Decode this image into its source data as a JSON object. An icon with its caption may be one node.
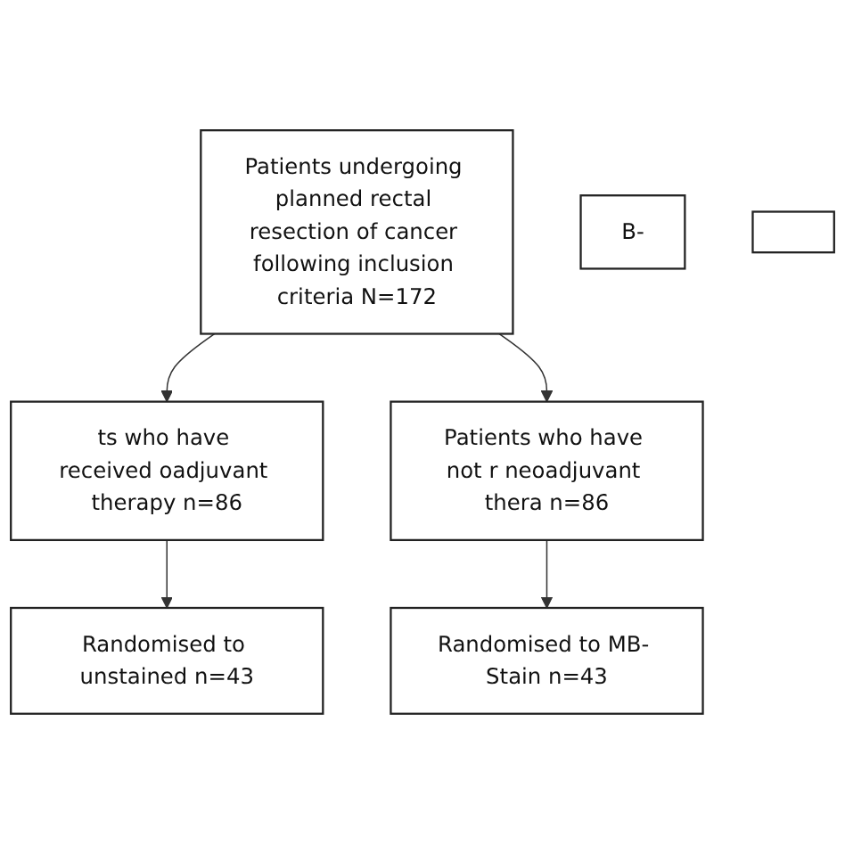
{
  "diagram": {
    "nodes": [
      {
        "text": [
          "Patients undergoing planned rectal resection of cancer following inclusion criteria N=172"
        ]
      },
      {
        "text": [
          "ts who have received oadjuvant therapy n=86"
        ]
      },
      {
        "text": [
          "Patients who have not r neoadjuvant thera n=86"
        ]
      },
      {
        "text": [
          "B-"
        ]
      },
      {
        "text": [
          "Randomised to unstained n=43"
        ]
      },
      {
        "text": [
          "Randomised to MB- Stain n=43"
        ]
      },
      {
        "text": [],
        "shape": "box"
      }
    ],
    "edges": [
      {
        "from": 0,
        "to": 1,
        "arrow": "to"
      },
      {
        "from": 0,
        "to": 2,
        "arrow": "to"
      },
      {
        "from": 1,
        "to": 4,
        "arrow": "to"
      },
      {
        "from": 2,
        "to": 5,
        "arrow": "to"
      }
    ]
  }
}
